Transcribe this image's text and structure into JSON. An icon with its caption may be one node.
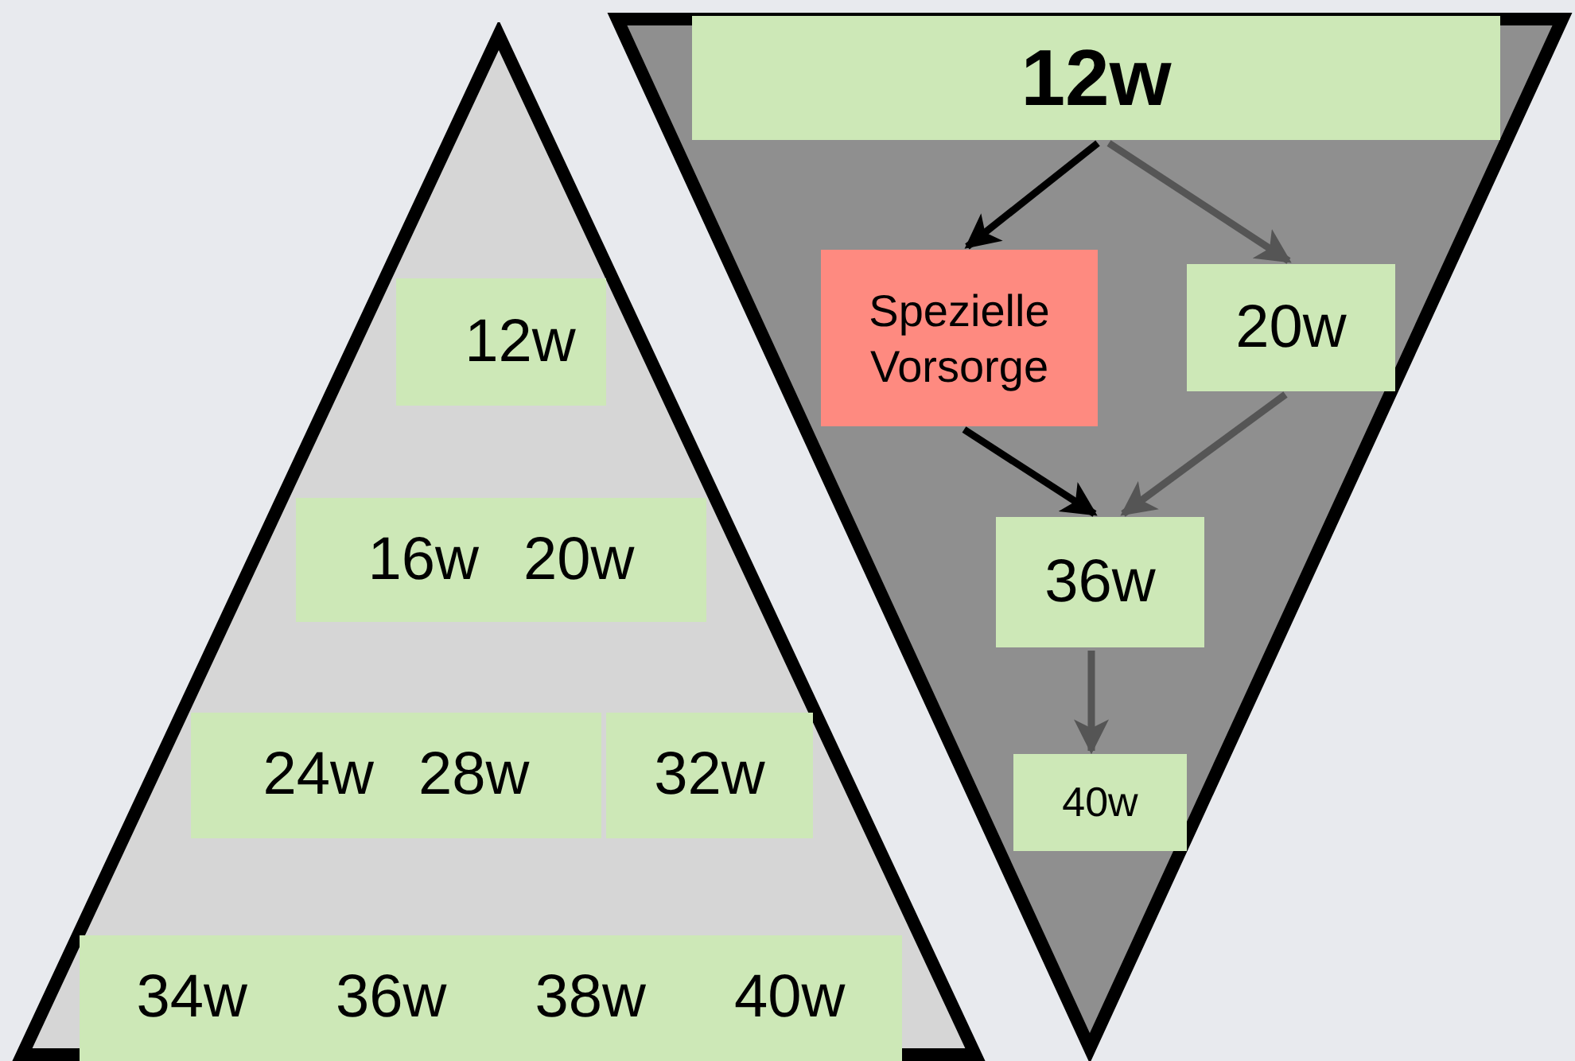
{
  "diagram": {
    "nodes": [
      {
        "text": [],
        "shape": "triangle"
      },
      {
        "text": [
          "12w"
        ],
        "in": 0
      },
      {
        "text": [
          "16w",
          "20w"
        ],
        "in": 0
      },
      {
        "text": [
          "24w",
          "28w"
        ],
        "in": 0
      },
      {
        "text": [
          "32w"
        ],
        "in": 0
      },
      {
        "text": [
          "34w",
          "36w",
          "38w",
          "40w"
        ],
        "in": 0
      },
      {
        "text": [],
        "shape": "triangle"
      },
      {
        "text": [
          "12w"
        ],
        "in": 6
      },
      {
        "text": [
          "Spezielle Vorsorge"
        ],
        "in": 6
      },
      {
        "text": [
          "20w"
        ],
        "in": 6
      },
      {
        "text": [
          "36w"
        ],
        "in": 6
      },
      {
        "text": [
          "40w"
        ],
        "in": 6
      }
    ],
    "edges": [
      {
        "from": 7,
        "to": 8,
        "arrow": "to",
        "color": "#000000"
      },
      {
        "from": 7,
        "to": 9,
        "arrow": "to"
      },
      {
        "from": 8,
        "to": 10,
        "arrow": "to",
        "color": "#000000"
      },
      {
        "from": 9,
        "to": 10,
        "arrow": "to"
      },
      {
        "from": 10,
        "to": 11,
        "arrow": "to"
      }
    ]
  }
}
